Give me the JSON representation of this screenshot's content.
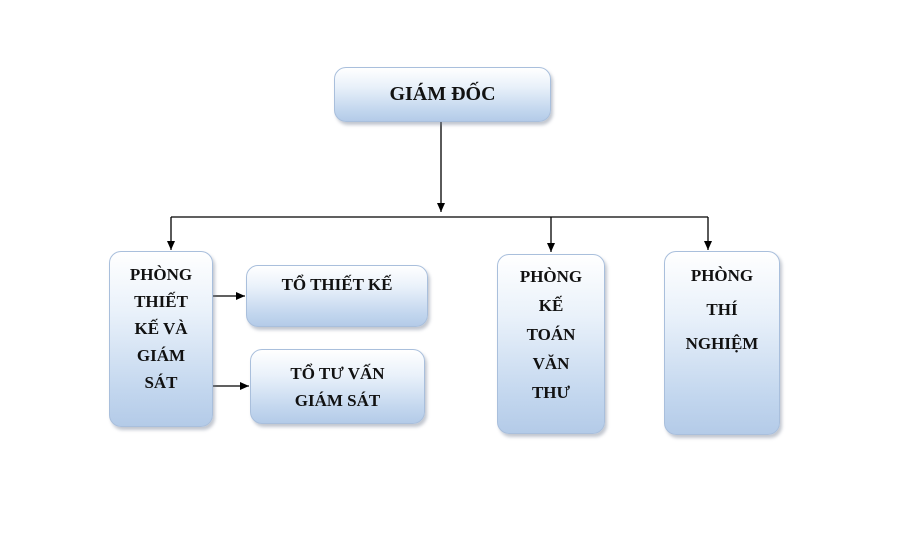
{
  "diagram": {
    "nodes": {
      "director": "GIÁM ĐỐC",
      "design_supervision_dept": "PHÒNG\nTHIẾT\nKẾ VÀ\nGIÁM\nSÁT",
      "design_team": "TỔ THIẾT KẾ",
      "consulting_team": "TỔ TƯ VẤN\nGIÁM SÁT",
      "accounting_dept": "PHÒNG\nKẾ\nTOÁN\nVĂN\nTHƯ",
      "lab_dept": "PHÒNG\nTHÍ\nNGHIỆM"
    },
    "edges": [
      {
        "from": "director",
        "to": "design_supervision_dept"
      },
      {
        "from": "director",
        "to": "accounting_dept"
      },
      {
        "from": "director",
        "to": "lab_dept"
      },
      {
        "from": "design_supervision_dept",
        "to": "design_team"
      },
      {
        "from": "design_supervision_dept",
        "to": "consulting_team"
      }
    ],
    "colors": {
      "box_border": "#a9bfdc",
      "box_fill_light": "#ffffff",
      "box_fill_dark": "#b4cbe8",
      "line": "#000000",
      "text": "#111111"
    }
  }
}
